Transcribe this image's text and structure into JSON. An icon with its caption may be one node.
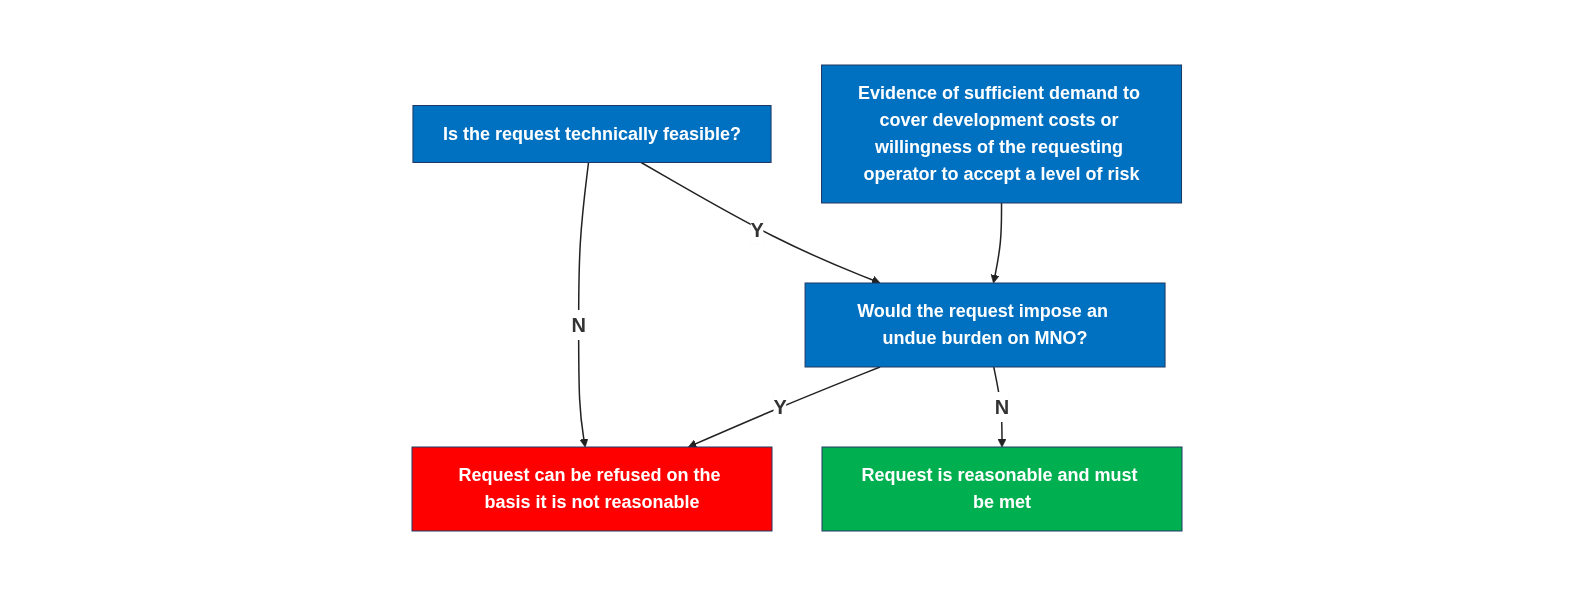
{
  "diagram": {
    "nodes": [
      {
        "text": [
          "Is the request technically feasible?"
        ]
      },
      {
        "text": [
          "Evidence of sufficient demand to cover development costs or willingness of the requesting operator to accept a level of risk"
        ]
      },
      {
        "text": [
          "Would the request impose an undue burden on MNO?"
        ]
      },
      {
        "text": [
          "Request is reasonable and must be met"
        ]
      },
      {
        "text": [
          "Request can be refused on the basis it is not reasonable"
        ]
      }
    ],
    "edges": [
      {
        "from": 0,
        "to": 4,
        "arrow": "to",
        "label": "N"
      },
      {
        "from": 0,
        "to": 2,
        "arrow": "to",
        "label": "Y"
      },
      {
        "from": 1,
        "to": 2,
        "arrow": "to"
      },
      {
        "from": 2,
        "to": 4,
        "arrow": "to",
        "label": "Y"
      },
      {
        "from": 2,
        "to": 3,
        "arrow": "to",
        "label": "N"
      }
    ]
  }
}
